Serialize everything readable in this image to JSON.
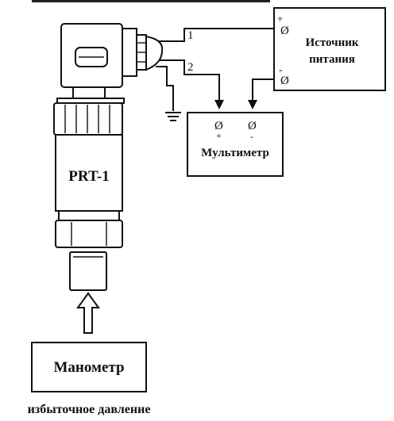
{
  "sensor": {
    "label": "PRT-1"
  },
  "wires": {
    "wire1": "1",
    "wire2": "2"
  },
  "power_supply": {
    "label_line1": "Источник",
    "label_line2": "питания",
    "plus_sign": "+",
    "minus_sign": "-",
    "terminal_symbol": "Ø"
  },
  "multimeter": {
    "label": "Мультиметр",
    "plus_sign": "+",
    "minus_sign": "-",
    "terminal_symbol": "Ø"
  },
  "manometer": {
    "label": "Манометр"
  },
  "caption": {
    "text": "избыточное давление"
  }
}
